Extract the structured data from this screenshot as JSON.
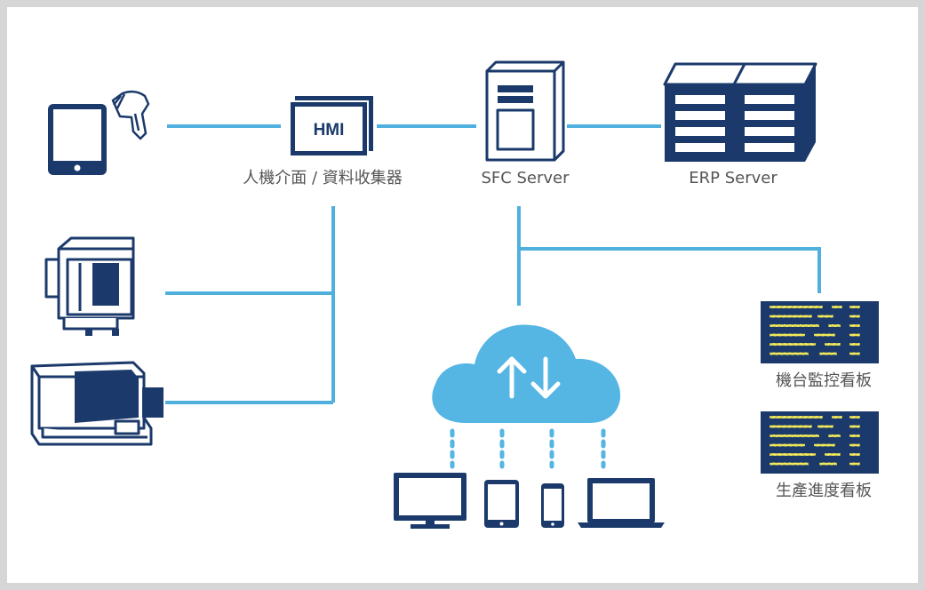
{
  "nodes": {
    "hmi": {
      "label": "人機介面 / 資料收集器",
      "screen_text": "HMI"
    },
    "sfc": {
      "label": "SFC Server"
    },
    "erp": {
      "label": "ERP Server"
    },
    "machine_board": {
      "label": "機台監控看板"
    },
    "progress_board": {
      "label": "生產進度看板"
    }
  },
  "icons": {
    "tablet": "tablet-icon",
    "scanner": "barcode-scanner-icon",
    "cnc_small": "cnc-machine-icon",
    "cnc_large": "cnc-machine-large-icon",
    "cloud": "cloud-sync-icon",
    "monitor": "desktop-monitor-icon",
    "tablet_small": "tablet-device-icon",
    "phone": "smartphone-icon",
    "laptop": "laptop-icon"
  },
  "colors": {
    "navy": "#1b3a6b",
    "connector": "#4fb0de",
    "cloud": "#55b5e3",
    "board_led": "#f2e85a"
  }
}
